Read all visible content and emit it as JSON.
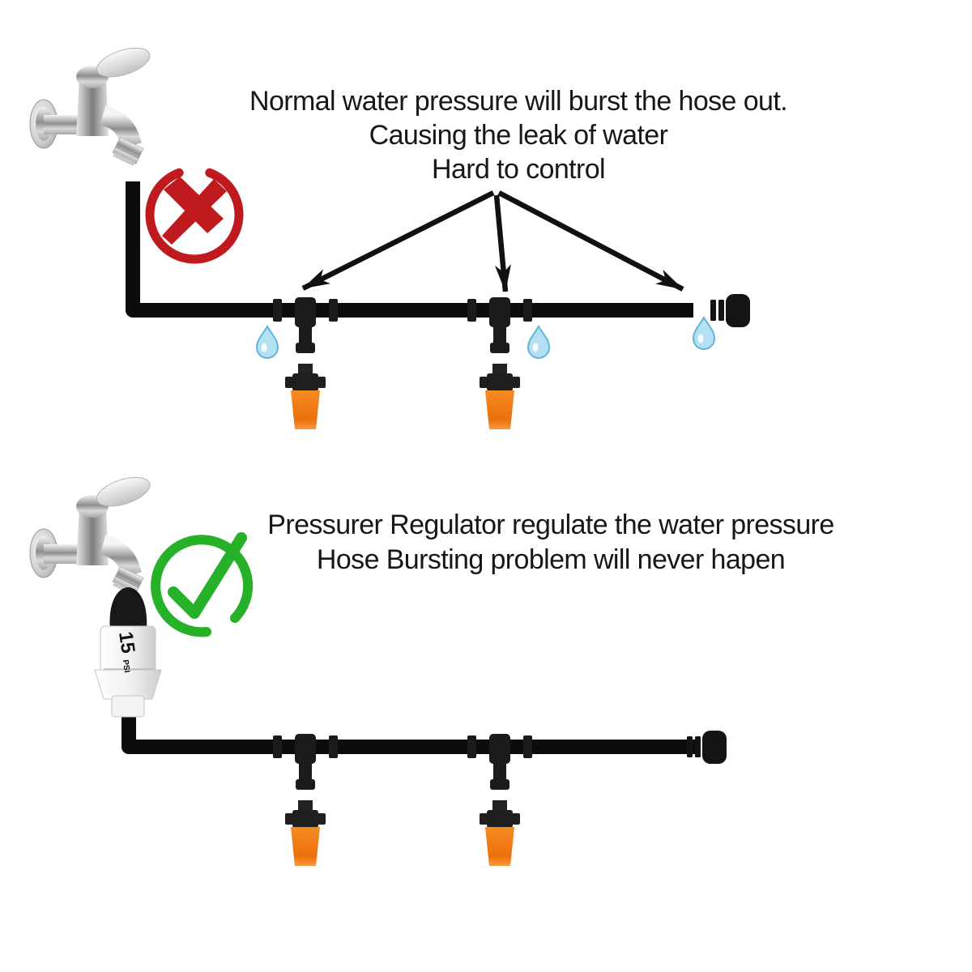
{
  "top_section": {
    "caption": {
      "line1": "Normal water pressure will burst the hose out.",
      "line2": "Causing the leak of water",
      "line3": "Hard to control"
    },
    "status_icon": "red-x-stamp-icon",
    "leak_points": [
      "left-tee-joint",
      "middle-tee-joint",
      "pipe-end"
    ]
  },
  "bottom_section": {
    "caption": {
      "line1": "Pressurer Regulator regulate the water pressure",
      "line2": "Hose Bursting problem will never hapen"
    },
    "status_icon": "green-check-stamp-icon",
    "regulator": {
      "value": "15",
      "unit": "PSI"
    }
  },
  "icons": {
    "faucet": "faucet-icon",
    "water_drop": "water-drop-icon",
    "tee": "tee-connector",
    "dripper": "dripper-nozzle",
    "end_cap": "pipe-end-cap",
    "arrow": "leak-arrow",
    "regulator": "pressure-regulator"
  },
  "colors": {
    "background": "#ffffff",
    "pipe_black": "#0c0c0c",
    "fitting_black": "#1c1c1c",
    "nozzle_orange": "#ef7612",
    "water_drop_blue": "#b5e0f2",
    "prohibited_red": "#bf1a1e",
    "check_green": "#27b129",
    "text": "#171717"
  }
}
